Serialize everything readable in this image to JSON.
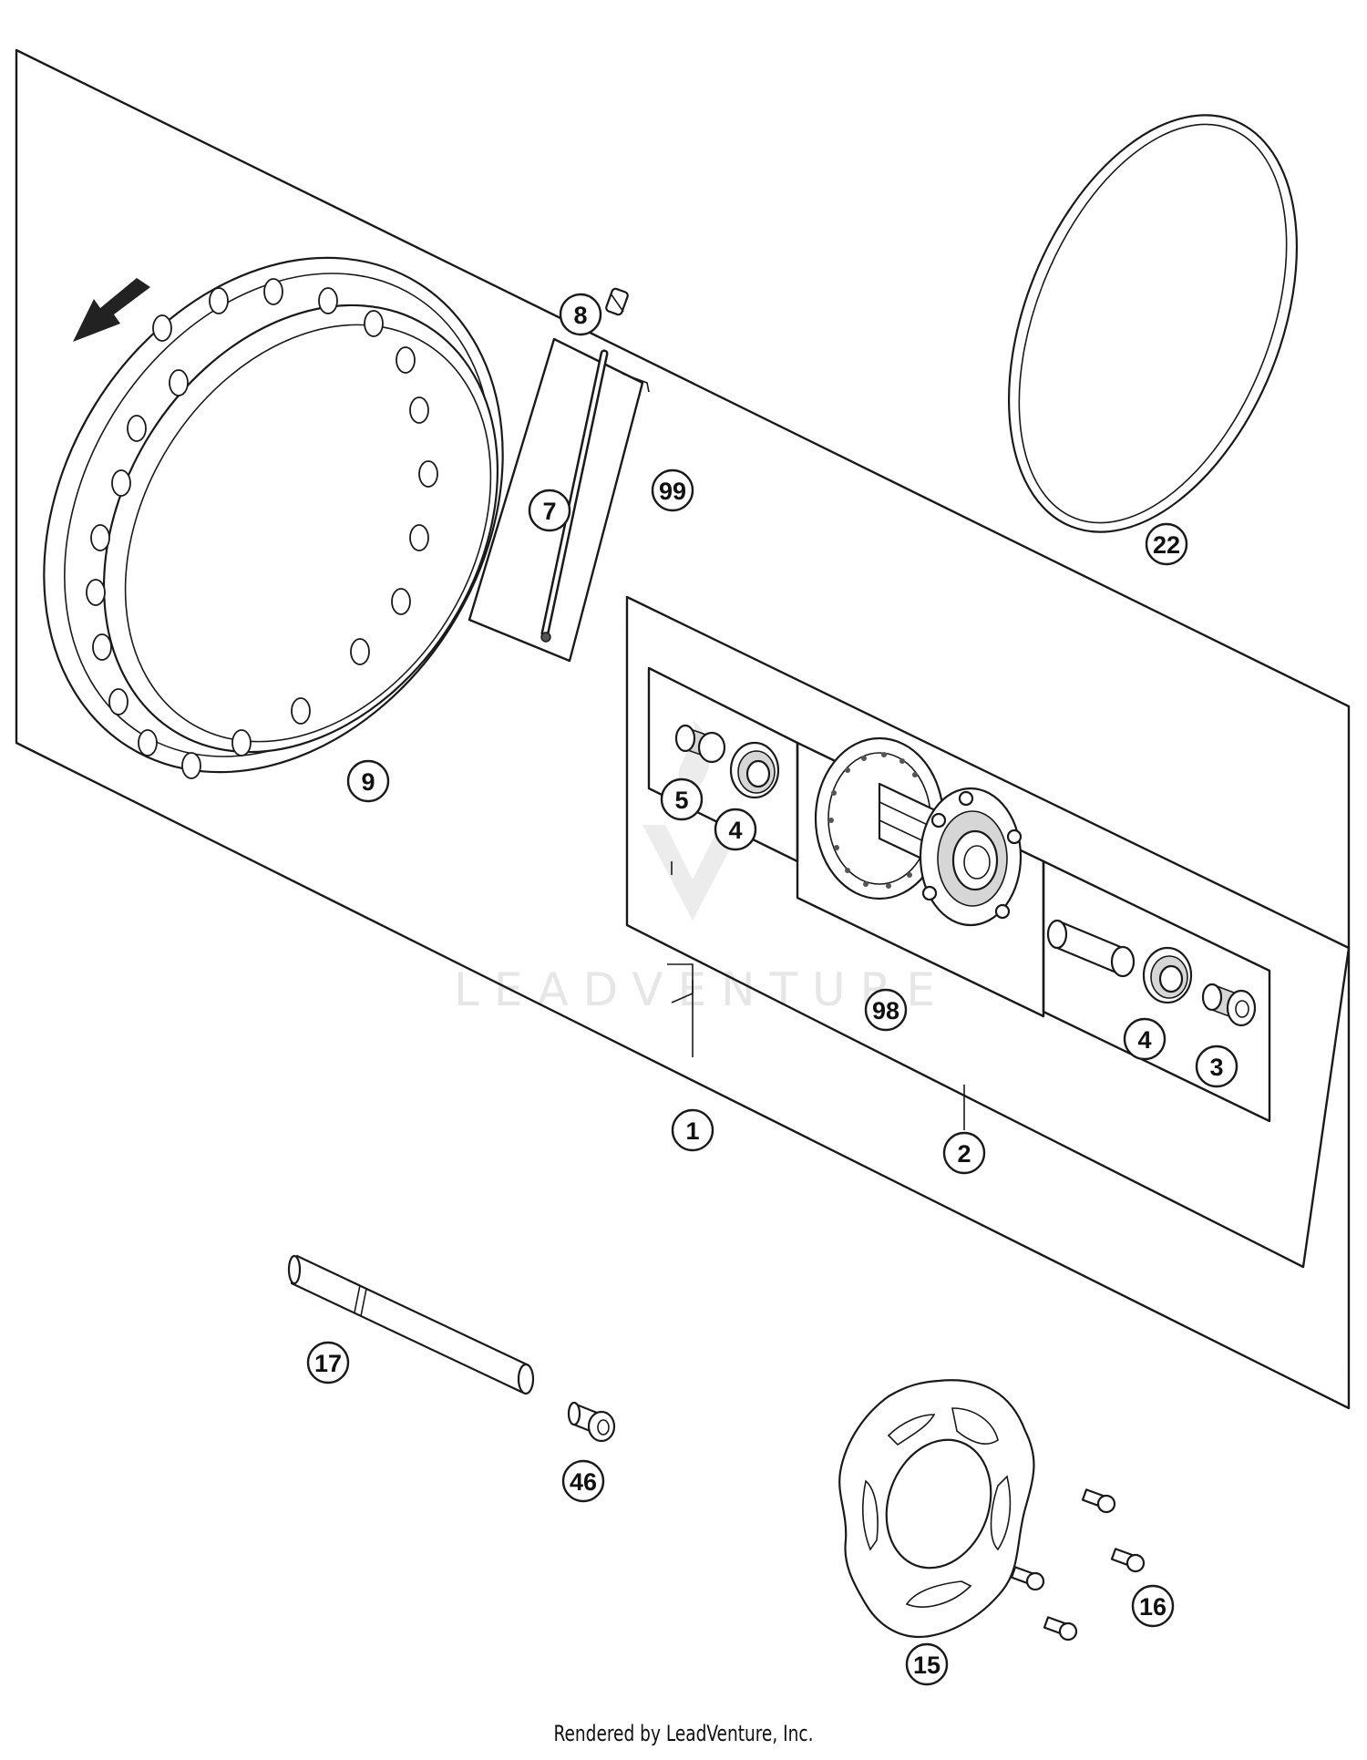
{
  "watermark": {
    "text": "LEADVENTURE"
  },
  "footer": {
    "credit": "Rendered by LeadVenture, Inc."
  },
  "callouts": {
    "c1": "1",
    "c2": "2",
    "c3": "3",
    "c4a": "4",
    "c4b": "4",
    "c5": "5",
    "c7": "7",
    "c8": "8",
    "c9": "9",
    "c15": "15",
    "c16": "16",
    "c17": "17",
    "c22": "22",
    "c46": "46",
    "c98": "98",
    "c99": "99"
  }
}
